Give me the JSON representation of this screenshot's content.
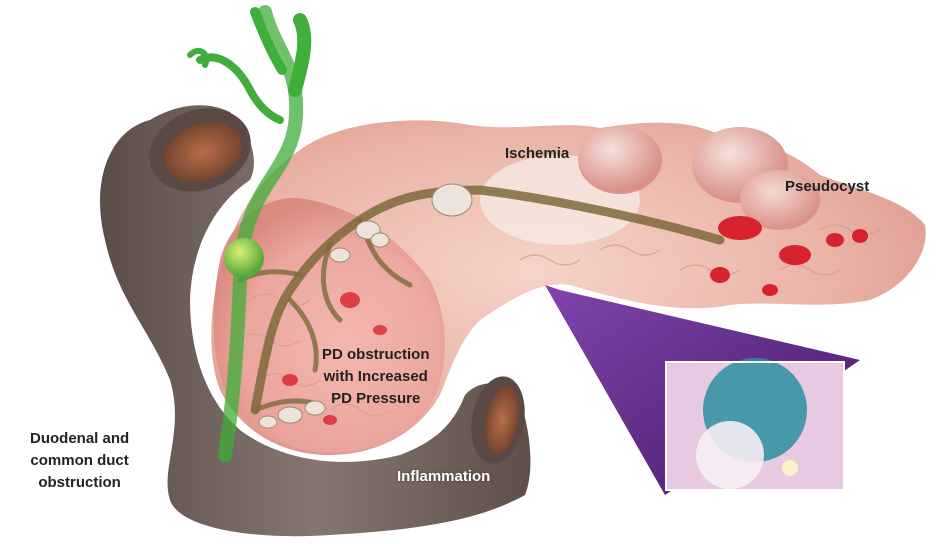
{
  "labels": {
    "duodenal_line1": "Duodenal and",
    "duodenal_line2": "common duct",
    "duodenal_line3": "obstruction",
    "pd_line1": "PD obstruction",
    "pd_line2": "with Increased",
    "pd_line3": "PD Pressure",
    "ischemia": "Ischemia",
    "pseudocyst": "Pseudocyst",
    "inflammation": "Inflammation"
  },
  "colors": {
    "duodenum": "#6e5e58",
    "pancreas": "#f2c6bb",
    "bile_duct": "#3fae3a",
    "pancreatic_duct": "#7c6a3a",
    "hemorrhage": "#d8232e",
    "magnifier_wedge": "#4a1a72",
    "micrograph_stain": "#2a8fa0"
  }
}
